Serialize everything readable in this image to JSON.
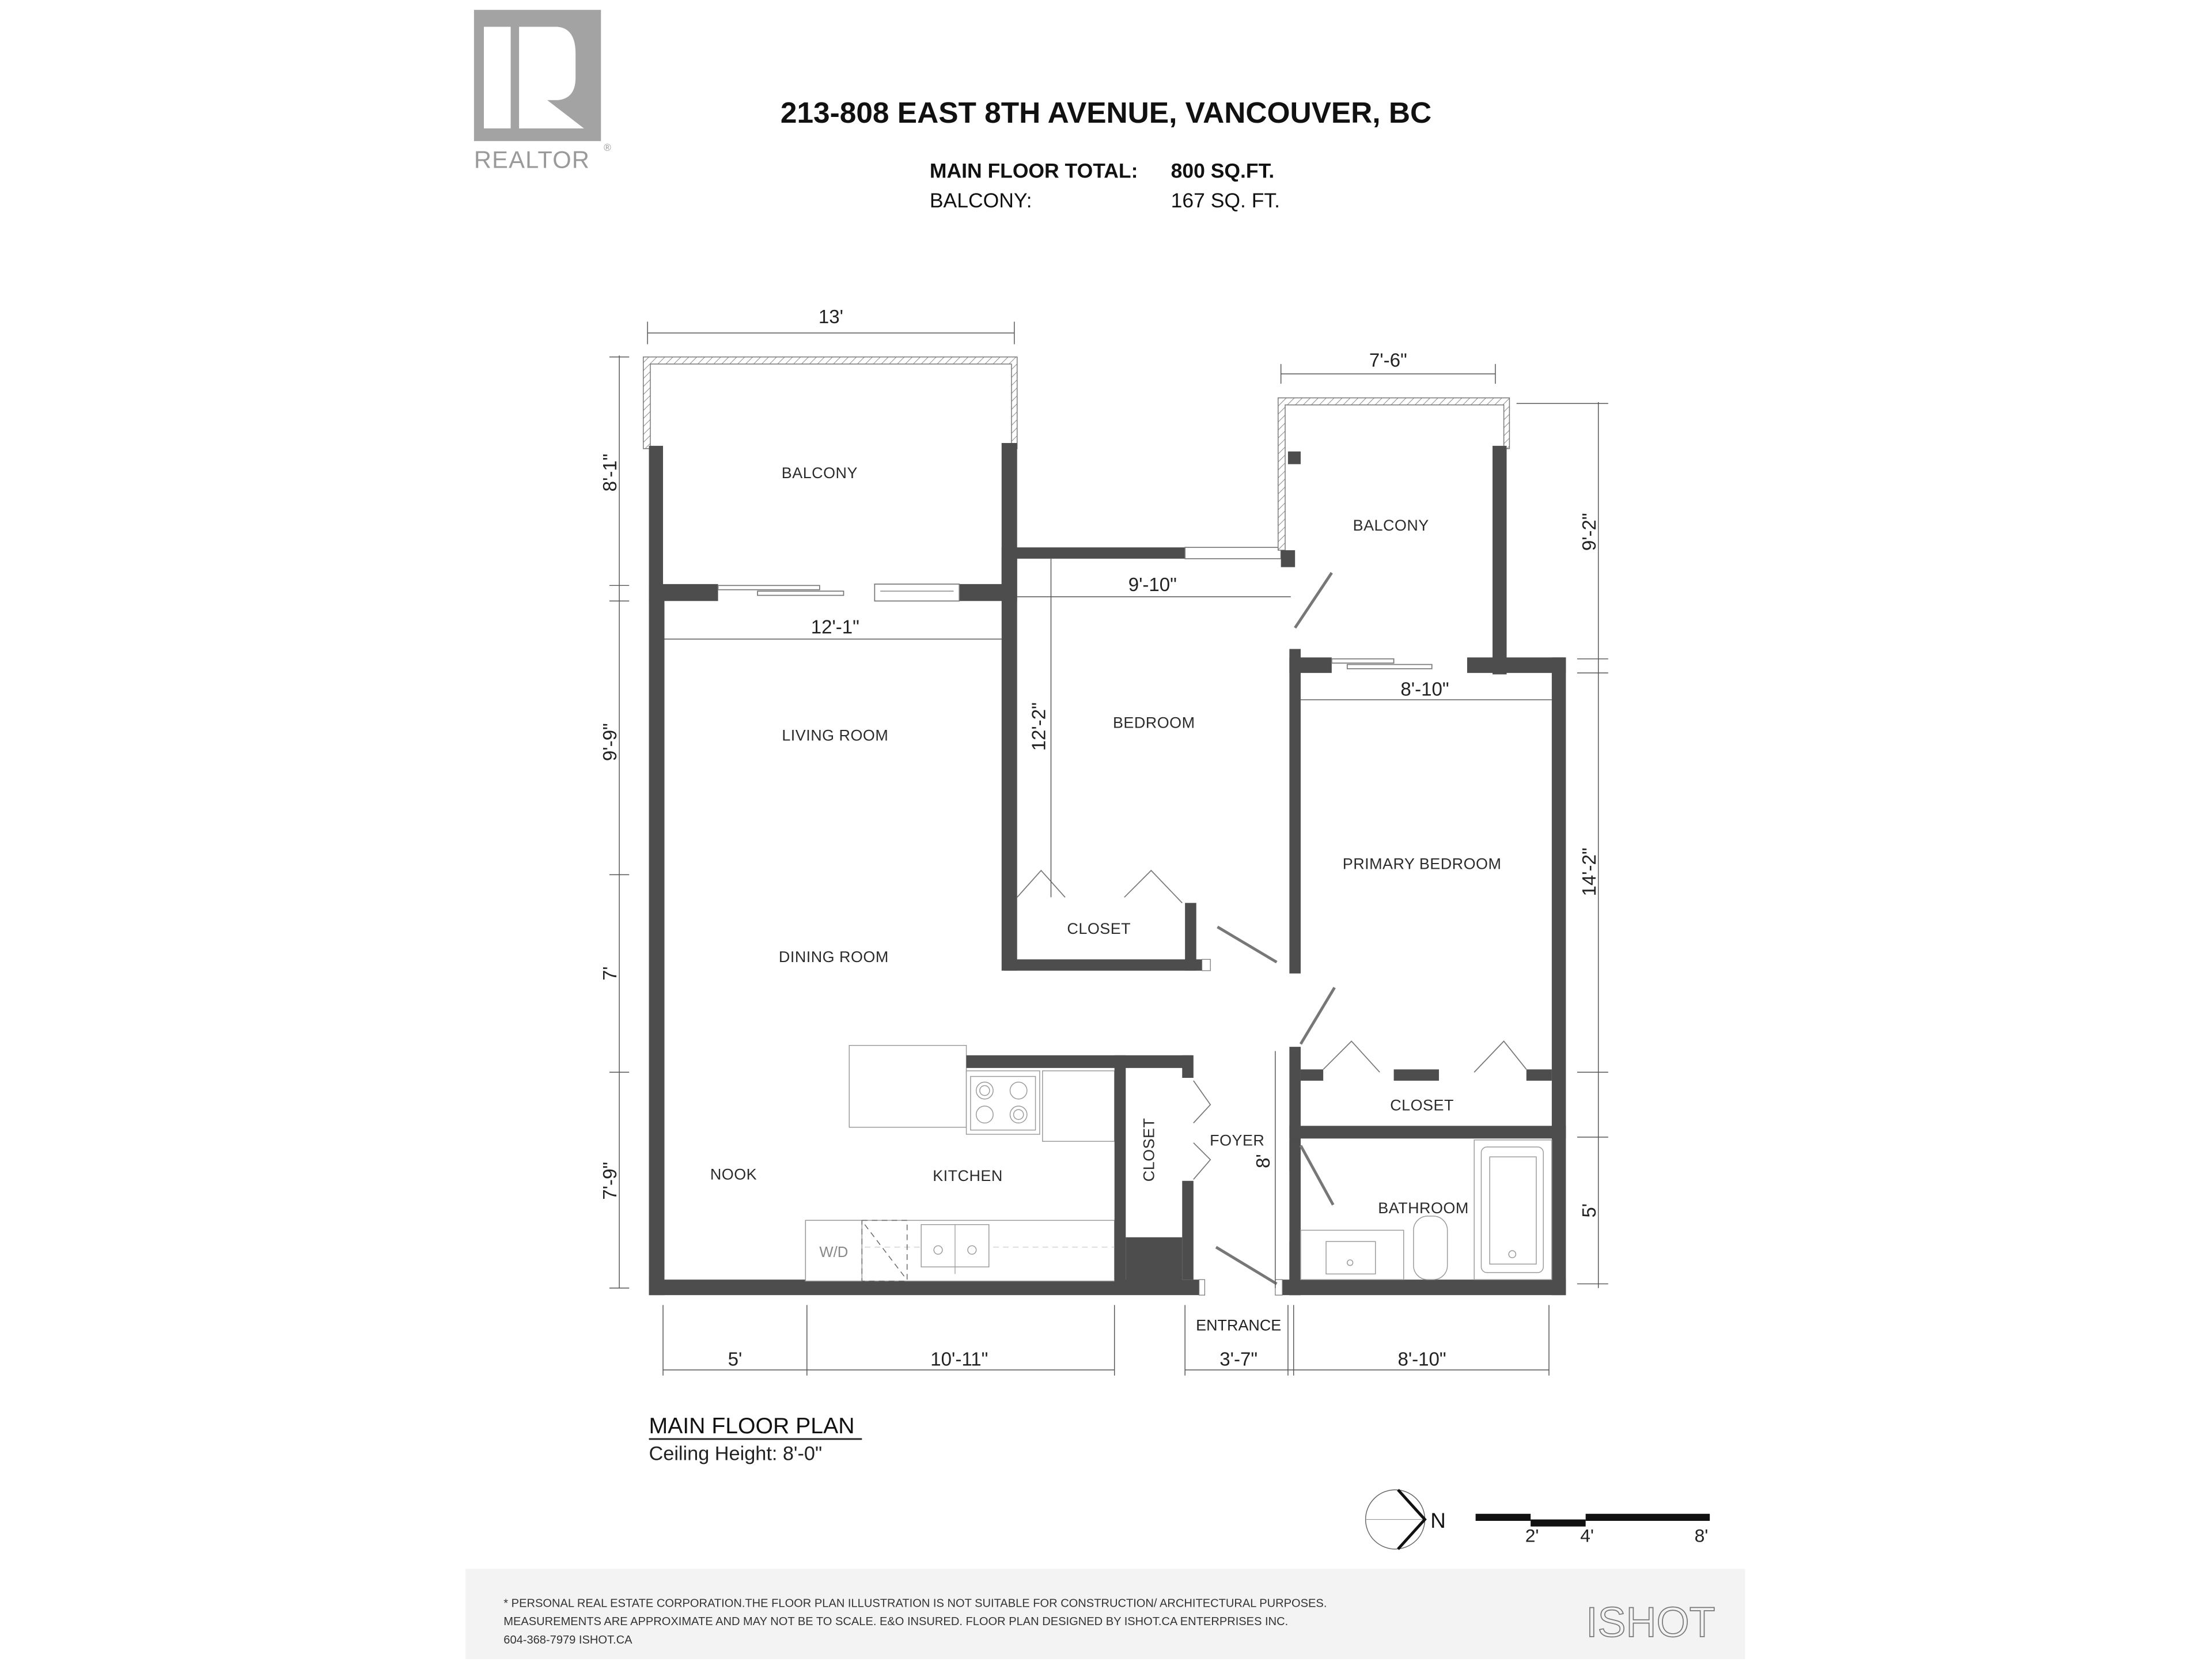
{
  "header": {
    "logo_text": "REALTOR",
    "logo_mark": "R",
    "title": "213-808 EAST 8TH AVENUE, VANCOUVER, BC",
    "areas": [
      {
        "label": "MAIN FLOOR TOTAL:",
        "value": "800 SQ.FT."
      },
      {
        "label": "BALCONY:",
        "value": "167 SQ. FT."
      }
    ]
  },
  "rooms": {
    "balcony_left": "BALCONY",
    "balcony_right": "BALCONY",
    "living_room": "LIVING ROOM",
    "dining_room": "DINING ROOM",
    "nook": "NOOK",
    "kitchen": "KITCHEN",
    "washer_dryer": "W/D",
    "bedroom": "BEDROOM",
    "bedroom_closet": "CLOSET",
    "hall_closet": "CLOSET",
    "foyer": "FOYER",
    "primary_bedroom": "PRIMARY BEDROOM",
    "primary_closet": "CLOSET",
    "bathroom": "BATHROOM",
    "entrance": "ENTRANCE"
  },
  "dimensions": {
    "balcony_left_width": "13'",
    "balcony_left_depth": "8'-1\"",
    "living_width": "12'-1\"",
    "living_depth": "9'-9\"",
    "dining_depth": "7'",
    "nook_depth": "7'-9\"",
    "bedroom_width": "9'-10\"",
    "bedroom_depth": "12'-2\"",
    "balcony_right_width": "7'-6\"",
    "balcony_right_depth": "9'-2\"",
    "primary_width": "8'-10\"",
    "primary_depth": "14'-2\"",
    "foyer_depth": "8'",
    "bathroom_depth": "5'",
    "bottom_nook": "5'",
    "bottom_kitchen": "10'-11\"",
    "bottom_entrance": "3'-7\"",
    "bottom_bath": "8'-10\""
  },
  "plan_caption": {
    "title": "MAIN FLOOR PLAN",
    "subtitle": "Ceiling Height: 8'-0\""
  },
  "compass": {
    "label": "N"
  },
  "scale_bar": {
    "ticks": [
      "2'",
      "4'",
      "8'"
    ]
  },
  "footer": {
    "line1": "* PERSONAL REAL ESTATE CORPORATION.THE FLOOR PLAN ILLUSTRATION IS NOT SUITABLE FOR CONSTRUCTION/ ARCHITECTURAL PURPOSES.",
    "line2": "MEASUREMENTS ARE APPROXIMATE AND MAY NOT BE TO SCALE. E&O INSURED. FLOOR PLAN DESIGNED BY ISHOT.CA ENTERPRISES INC.",
    "line3": "604-368-7979  ISHOT.CA",
    "brand": "ISHOT"
  },
  "colors": {
    "wall": "#4d4d4d",
    "logo_gray": "#999999",
    "footer_bg": "#f3f3f3",
    "text": "#222222"
  }
}
